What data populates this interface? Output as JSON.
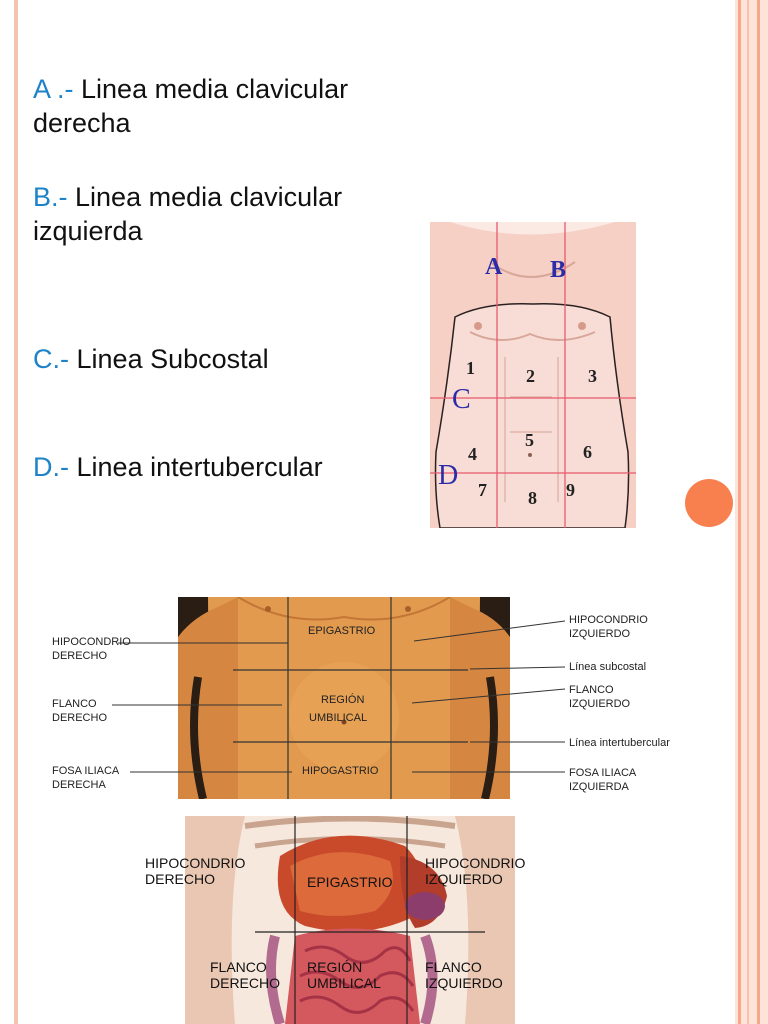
{
  "items": [
    {
      "letter": "A .-",
      "text": "Linea media clavicular",
      "text2": "derecha"
    },
    {
      "letter": "B.-",
      "text": "Linea media clavicular",
      "text2": "izquierda"
    },
    {
      "letter": "C.-",
      "text": "Linea Subcostal"
    },
    {
      "letter": "D.-",
      "text": "Linea intertubercular"
    }
  ],
  "fig1": {
    "letters": {
      "a": "A",
      "b": "B",
      "c": "C",
      "d": "D"
    },
    "numbers": [
      "1",
      "2",
      "3",
      "4",
      "5",
      "6",
      "7",
      "8",
      "9"
    ]
  },
  "fig2": {
    "inside": {
      "epigastrio": "EPIGASTRIO",
      "region1": "REGIÓN",
      "region2": "UMBILICAL",
      "hipogastrio": "HIPOGASTRIO"
    },
    "left": [
      {
        "l1": "HIPOCONDRIO",
        "l2": "DERECHO"
      },
      {
        "l1": "FLANCO",
        "l2": "DERECHO"
      },
      {
        "l1": "FOSA ILIACA",
        "l2": "DERECHA"
      }
    ],
    "right": [
      {
        "l1": "HIPOCONDRIO",
        "l2": "IZQUIERDO"
      },
      {
        "l1": "Línea subcostal"
      },
      {
        "l1": "FLANCO",
        "l2": "IZQUIERDO"
      },
      {
        "l1": "Línea intertubercular"
      },
      {
        "l1": "FOSA ILIACA",
        "l2": "IZQUIERDA"
      }
    ]
  },
  "fig3": {
    "hip_der1": "HIPOCONDRIO",
    "hip_der2": "DERECHO",
    "epigastrio": "EPIGASTRIO",
    "hip_izq1": "HIPOCONDRIO",
    "hip_izq2": "IZQUIERDO",
    "fl_der1": "FLANCO",
    "fl_der2": "DERECHO",
    "reg1": "REGIÓN",
    "reg2": "UMBILICAL",
    "fl_izq1": "FLANCO",
    "fl_izq2": "IZQUIERDO"
  },
  "colors": {
    "accent": "#1e82c8",
    "circle": "#f7804e"
  }
}
